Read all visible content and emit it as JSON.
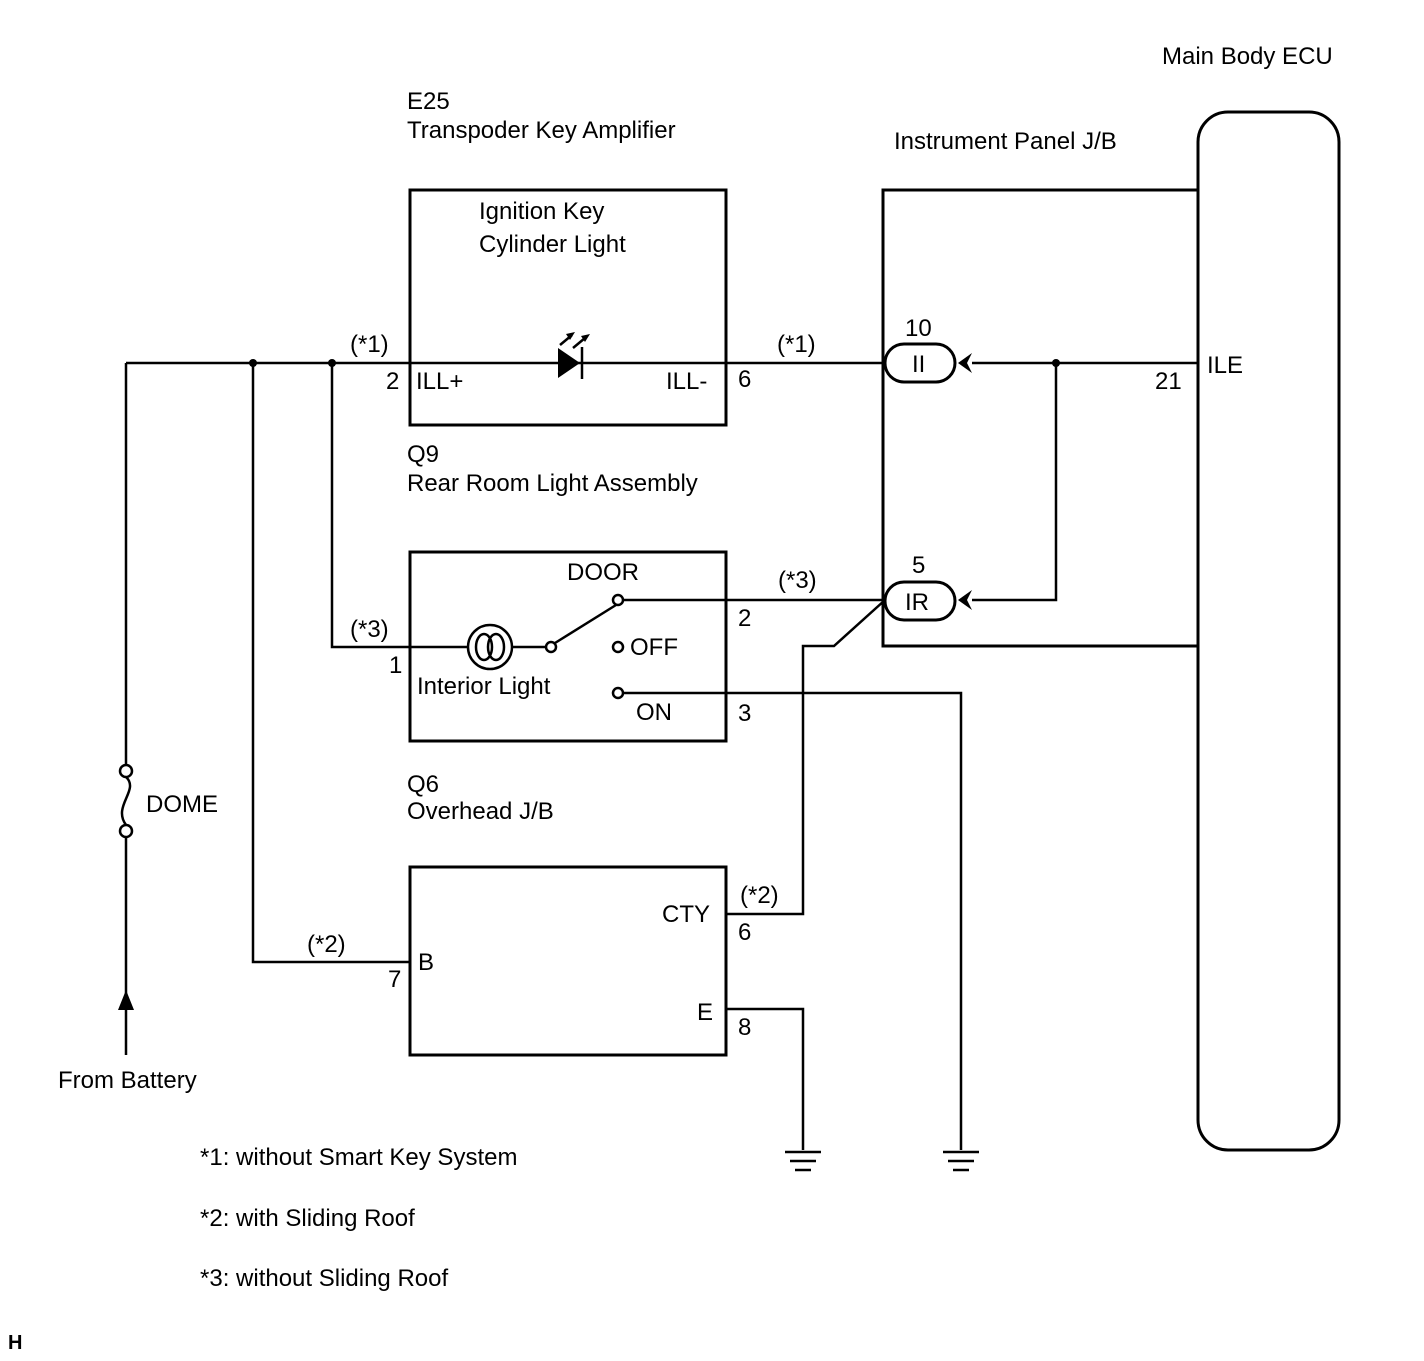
{
  "ecu": {
    "label": "Main Body ECU",
    "pin_number": "21",
    "pin_name": "ILE"
  },
  "jb_panel": {
    "label": "Instrument Panel J/B"
  },
  "connectors": [
    {
      "number": "10",
      "name": "II"
    },
    {
      "number": "5",
      "name": "IR"
    }
  ],
  "e25": {
    "code": "E25",
    "name": "Transpoder Key Amplifier",
    "inner_label_1": "Ignition Key",
    "inner_label_2": "Cylinder Light",
    "pin_in_number": "2",
    "pin_in_name": "ILL+",
    "pin_out_number": "6",
    "pin_out_name": "ILL-"
  },
  "q9": {
    "code": "Q9",
    "name": "Rear Room Light Assembly",
    "door": "DOOR",
    "off": "OFF",
    "on": "ON",
    "light": "Interior Light",
    "pin1": "1",
    "pin2": "2",
    "pin3": "3"
  },
  "q6": {
    "code": "Q6",
    "name": "Overhead J/B",
    "pin_b_name": "B",
    "pin_b_number": "7",
    "pin_cty_name": "CTY",
    "pin_cty_number": "6",
    "pin_e_name": "E",
    "pin_e_number": "8"
  },
  "wire_notes": {
    "w1a": "(*1)",
    "w1b": "(*1)",
    "w3a": "(*3)",
    "w3b": "(*3)",
    "w2a": "(*2)",
    "w2b": "(*2)"
  },
  "fuse": {
    "label": "DOME"
  },
  "source": {
    "label": "From Battery"
  },
  "notes": [
    "*1: without Smart Key System",
    "*2: with Sliding Roof",
    "*3: without Sliding Roof"
  ],
  "corner_mark": "H"
}
